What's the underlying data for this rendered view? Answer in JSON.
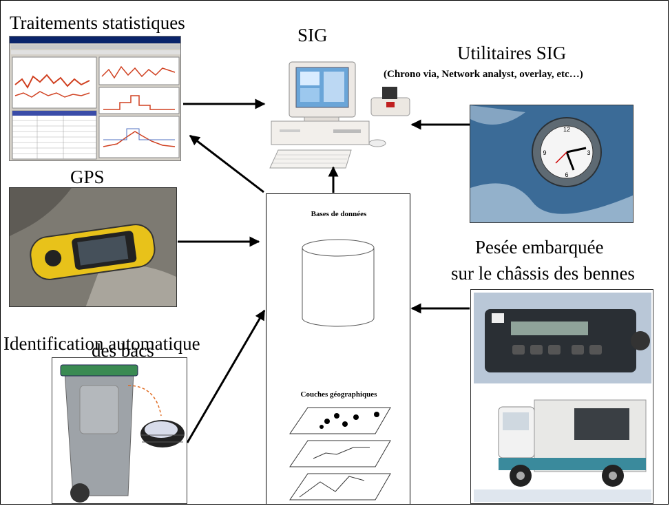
{
  "labels": {
    "traitements": "Traitements statistiques",
    "sig": "SIG",
    "utilitaires": "Utilitaires SIG",
    "utilitaires_sub": "(Chrono via, Network analyst, overlay, etc…)",
    "gps": "GPS",
    "pesee_1": "Pesée embarquée",
    "pesee_2": "sur le châssis des bennes",
    "identification_1": "Identification automatique",
    "identification_2": "des bacs"
  },
  "database_panel": {
    "title": "Bases de données",
    "layers_title": "Couches géographiques"
  },
  "colors": {
    "border": "#000000",
    "gps_body": "#e8c21a",
    "clock_bg": "#2f5d8a",
    "bin": "#9ea3a8",
    "bin_lid": "#3a8a52",
    "scale_device": "#2a2f34",
    "scale_bg": "#b9c7d7"
  }
}
